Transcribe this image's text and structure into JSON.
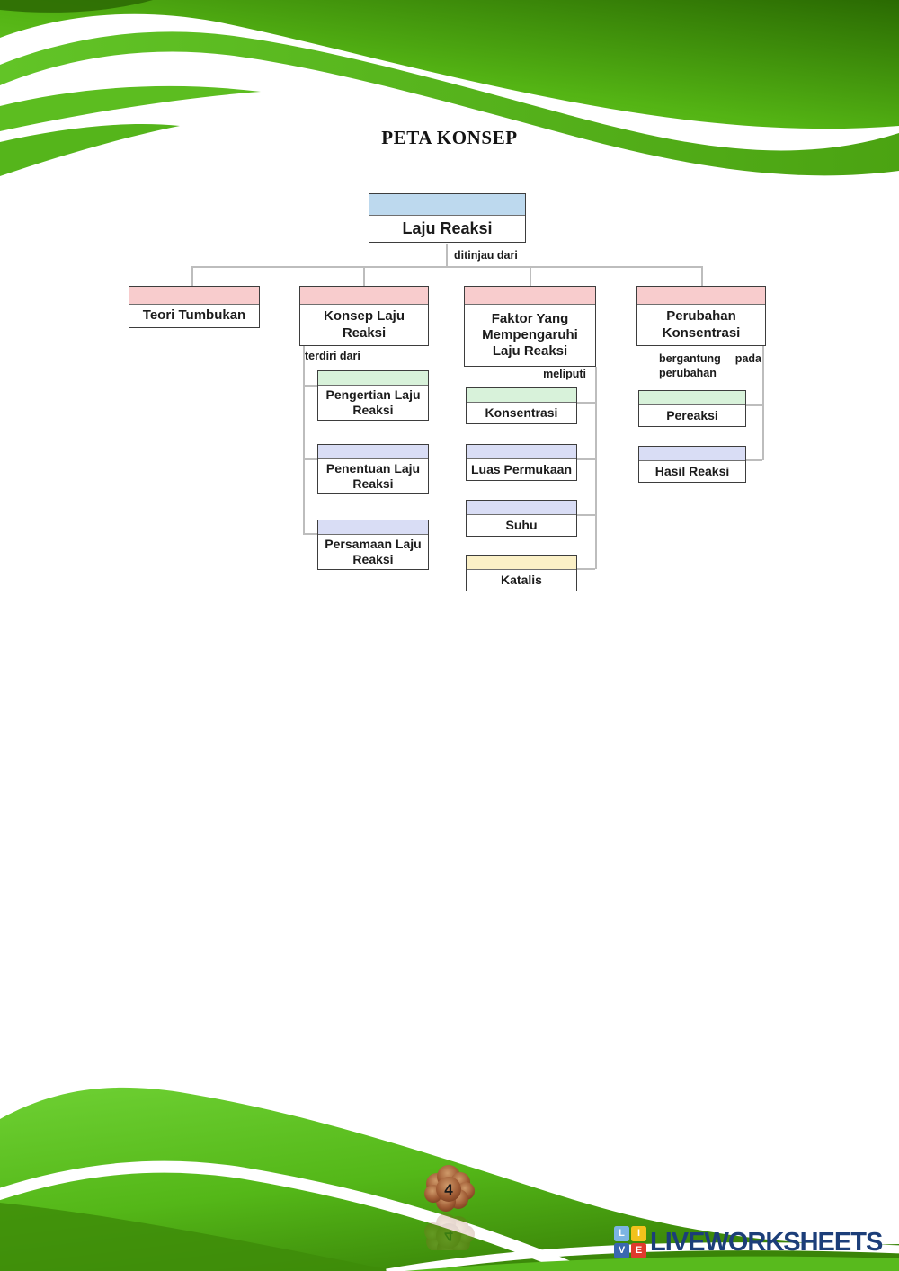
{
  "page": {
    "title": "PETA KONSEP",
    "page_number": "4"
  },
  "palette": {
    "accent_green_bright": "#65cb29",
    "accent_green_dark": "#2c6b03",
    "connector_gray": "#bdbdbd",
    "logo_navy": "#1c3e79",
    "cloud_brown": "#8a4a28"
  },
  "concept_map": {
    "root": {
      "label": "Laju Reaksi",
      "header_color": "#bdd9ee"
    },
    "root_connector_label": "ditinjau dari",
    "branches": [
      {
        "label": "Teori Tumbukan",
        "header_color": "#f8cccd",
        "connector_label": "",
        "children": []
      },
      {
        "label": "Konsep Laju Reaksi",
        "header_color": "#f8cccd",
        "connector_label": "terdiri dari",
        "children": [
          {
            "label": "Pengertian Laju Reaksi",
            "header_color": "#d8f2da"
          },
          {
            "label": "Penentuan Laju Reaksi",
            "header_color": "#d9ddf5"
          },
          {
            "label": "Persamaan Laju Reaksi",
            "header_color": "#d9ddf5"
          }
        ]
      },
      {
        "label": "Faktor Yang Mempengaruhi Laju Reaksi",
        "header_color": "#f8cccd",
        "connector_label": "meliputi",
        "children": [
          {
            "label": "Konsentrasi",
            "header_color": "#d8f2da"
          },
          {
            "label": "Luas Permukaan",
            "header_color": "#d9ddf5"
          },
          {
            "label": "Suhu",
            "header_color": "#d9ddf5"
          },
          {
            "label": "Katalis",
            "header_color": "#fbf0c6"
          }
        ]
      },
      {
        "label": "Perubahan Konsentrasi",
        "header_color": "#f8cccd",
        "connector_label": "bergantung pada perubahan",
        "children": [
          {
            "label": "Pereaksi",
            "header_color": "#d8f2da"
          },
          {
            "label": "Hasil Reaksi",
            "header_color": "#d9ddf5"
          }
        ]
      }
    ]
  },
  "brand": {
    "logo_text": "LIVEWORKSHEETS",
    "logo_squares": [
      {
        "letter": "L",
        "color": "#7cb4e3"
      },
      {
        "letter": "I",
        "color": "#f2c21c"
      },
      {
        "letter": "V",
        "color": "#3a67b0"
      },
      {
        "letter": "E",
        "color": "#e03a2e"
      }
    ]
  }
}
